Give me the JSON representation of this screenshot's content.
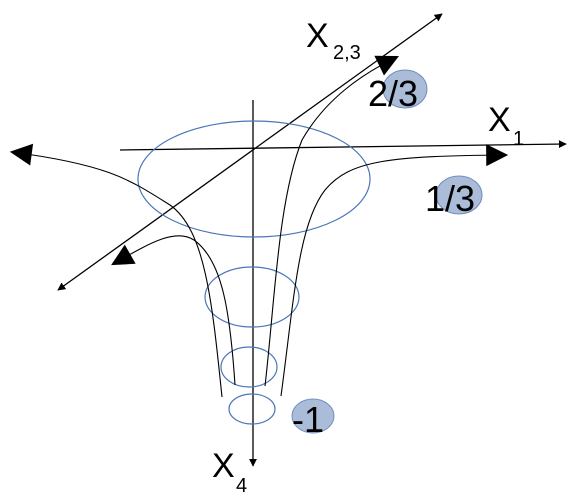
{
  "axes": {
    "x1": {
      "main": "X",
      "sub": "1"
    },
    "x23": {
      "main": "X",
      "sub": "2,3"
    },
    "x4": {
      "main": "X",
      "sub": "4"
    }
  },
  "exponents": {
    "x1": "1/3",
    "x23": "2/3",
    "x4": "-1"
  },
  "colors": {
    "ring_stroke": "#4a76b8",
    "blob_fill": "#aabcd8",
    "blob_stroke": "#6f8fc0",
    "line": "#000000"
  }
}
